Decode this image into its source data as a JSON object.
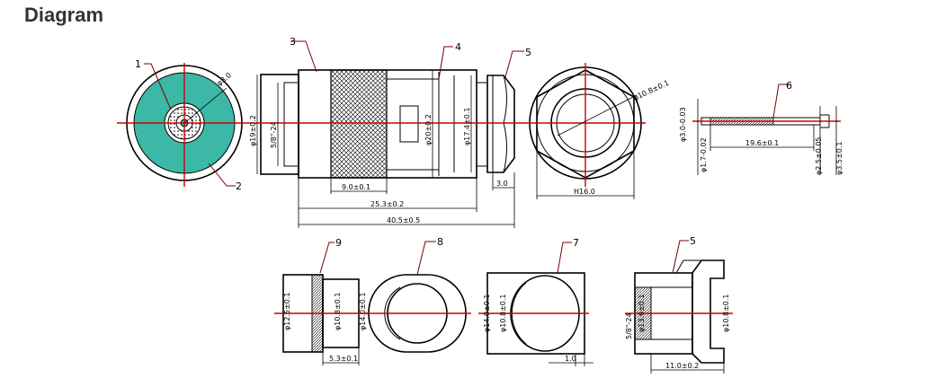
{
  "heading": "Diagram",
  "parts": [
    "1",
    "2",
    "3",
    "4",
    "5",
    "6",
    "9",
    "8",
    "7",
    "5"
  ],
  "dims": {
    "hole_dia": "φ3.0",
    "body_dia": "φ19±0.2",
    "thread": "5/8\"-24",
    "knurl_dia": "φ20±0.2",
    "nut_dia": "φ17.4±0.1",
    "knurl_len": "9.0±0.1",
    "body_len": "25.3±0.2",
    "total_len": "40.5±0.5",
    "nut_width": "3.0",
    "nut_inner_dia": "φ10.8±0.1",
    "hex": "H16.0",
    "pin_dia": "φ3.0-0.03",
    "pin_dia2": "φ1.7-0.02",
    "pin_len": "19.6±0.1",
    "pin_d3": "φ2.5±0.05",
    "pin_d4": "φ3.5±0.1",
    "p9_outer": "φ12.5±0.1",
    "p9_mid": "φ10.8±0.1",
    "p9_flange": "φ14.0±0.1",
    "p9_len": "5.3±0.1",
    "p7_outer": "φ14.0±0.1",
    "p7_inner": "φ10.8±0.1",
    "p7_width": "1.0",
    "p5_thread": "5/8\"-24",
    "p5_bore": "φ13.6±0.1",
    "p5_inner": "φ10.8±0.1",
    "p5_len": "11.0±0.2"
  }
}
